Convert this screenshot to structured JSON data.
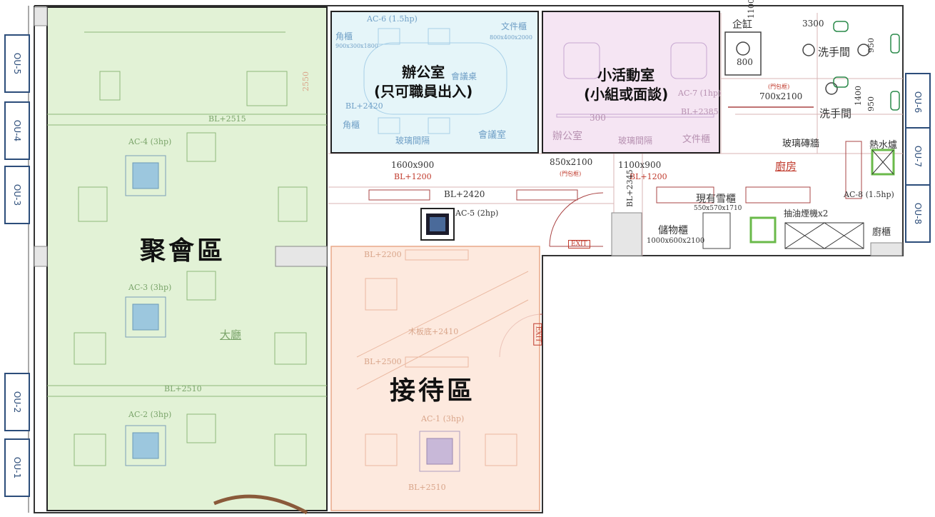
{
  "zones": {
    "gathering": "聚會區",
    "reception": "接待區",
    "office": [
      "辦公室",
      "(只可職員出入)"
    ],
    "activity": [
      "小活動室",
      "(小組或面談)"
    ]
  },
  "outdoor_units": [
    "OU-5",
    "OU-4",
    "OU-3",
    "OU-2",
    "OU-1",
    "OU-6",
    "OU-7",
    "OU-8"
  ],
  "ac_units": {
    "ac1": "AC-1 (3hp)",
    "ac2": "AC-2 (3hp)",
    "ac3": "AC-3 (3hp)",
    "ac4": "AC-4 (3hp)",
    "ac5": "AC-5 (2hp)",
    "ac6": "AC-6 (1.5hp)",
    "ac7": "AC-7 (1hp)",
    "ac8": "AC-8 (1.5hp)"
  },
  "rooms": {
    "hall": "大廳",
    "kitchen": "廚房",
    "washroom_1": "洗手間",
    "washroom_2": "洗手間",
    "pantry_cabinet": "廚櫃",
    "store_cabinet": "儲物櫃",
    "store_cabinet_size": "1000x600x2100",
    "existing_cabinet": "現有雪櫃",
    "existing_cabinet_size": "550x570x1710",
    "hood": "抽油煙機x2",
    "water_heater": "熱水爐",
    "glass_block": "玻璃磚牆",
    "office_small": "辦公室",
    "file_cabinet": "文件櫃",
    "file_cabinet_2": "文件櫃",
    "corner_cabinet": "角櫃",
    "corner_cabinet_2": "角櫃",
    "corner_cabinet_size": "900x300x1800",
    "file_cabinet_size": "800x400x2000",
    "glass_partition_1": "玻璃間隔",
    "glass_partition_2": "玻璃間隔",
    "meeting_room": "會議室",
    "meeting_table": "會議桌",
    "ceiling_wood": "木板底+2410",
    "urinal": "企缸"
  },
  "dimensions": {
    "d1600": "1600x900",
    "d850": "850x2100",
    "d850b": "(門包框)",
    "d1100": "1100x900",
    "d700": "700x2100",
    "d700b": "(門包框)",
    "d3300": "3300",
    "d800": "800",
    "d1100v": "1100",
    "d950a": "950",
    "d950b": "950",
    "d1400": "1400",
    "d2550": "2550",
    "d300": "300"
  },
  "levels": {
    "bl2515": "BL+2515",
    "bl2420a": "BL+2420",
    "bl2420b": "BL+2420",
    "bl1200a": "BL+1200",
    "bl1200b": "BL+1200",
    "bl2345": "BL+2345",
    "bl2385": "BL+2385",
    "bl2200": "BL+2200",
    "bl2500": "BL+2500",
    "bl2510a": "BL+2510",
    "bl2510b": "BL+2510"
  },
  "exits": [
    "EXIT",
    "EXIT"
  ],
  "colors": {
    "gathering_fill": "#d6ecc4",
    "office_fill": "#dff2f8",
    "activity_fill": "#f3def0",
    "reception_fill": "#fde4d6",
    "outline": "#222222",
    "ou_blue": "#2c4d7a"
  }
}
